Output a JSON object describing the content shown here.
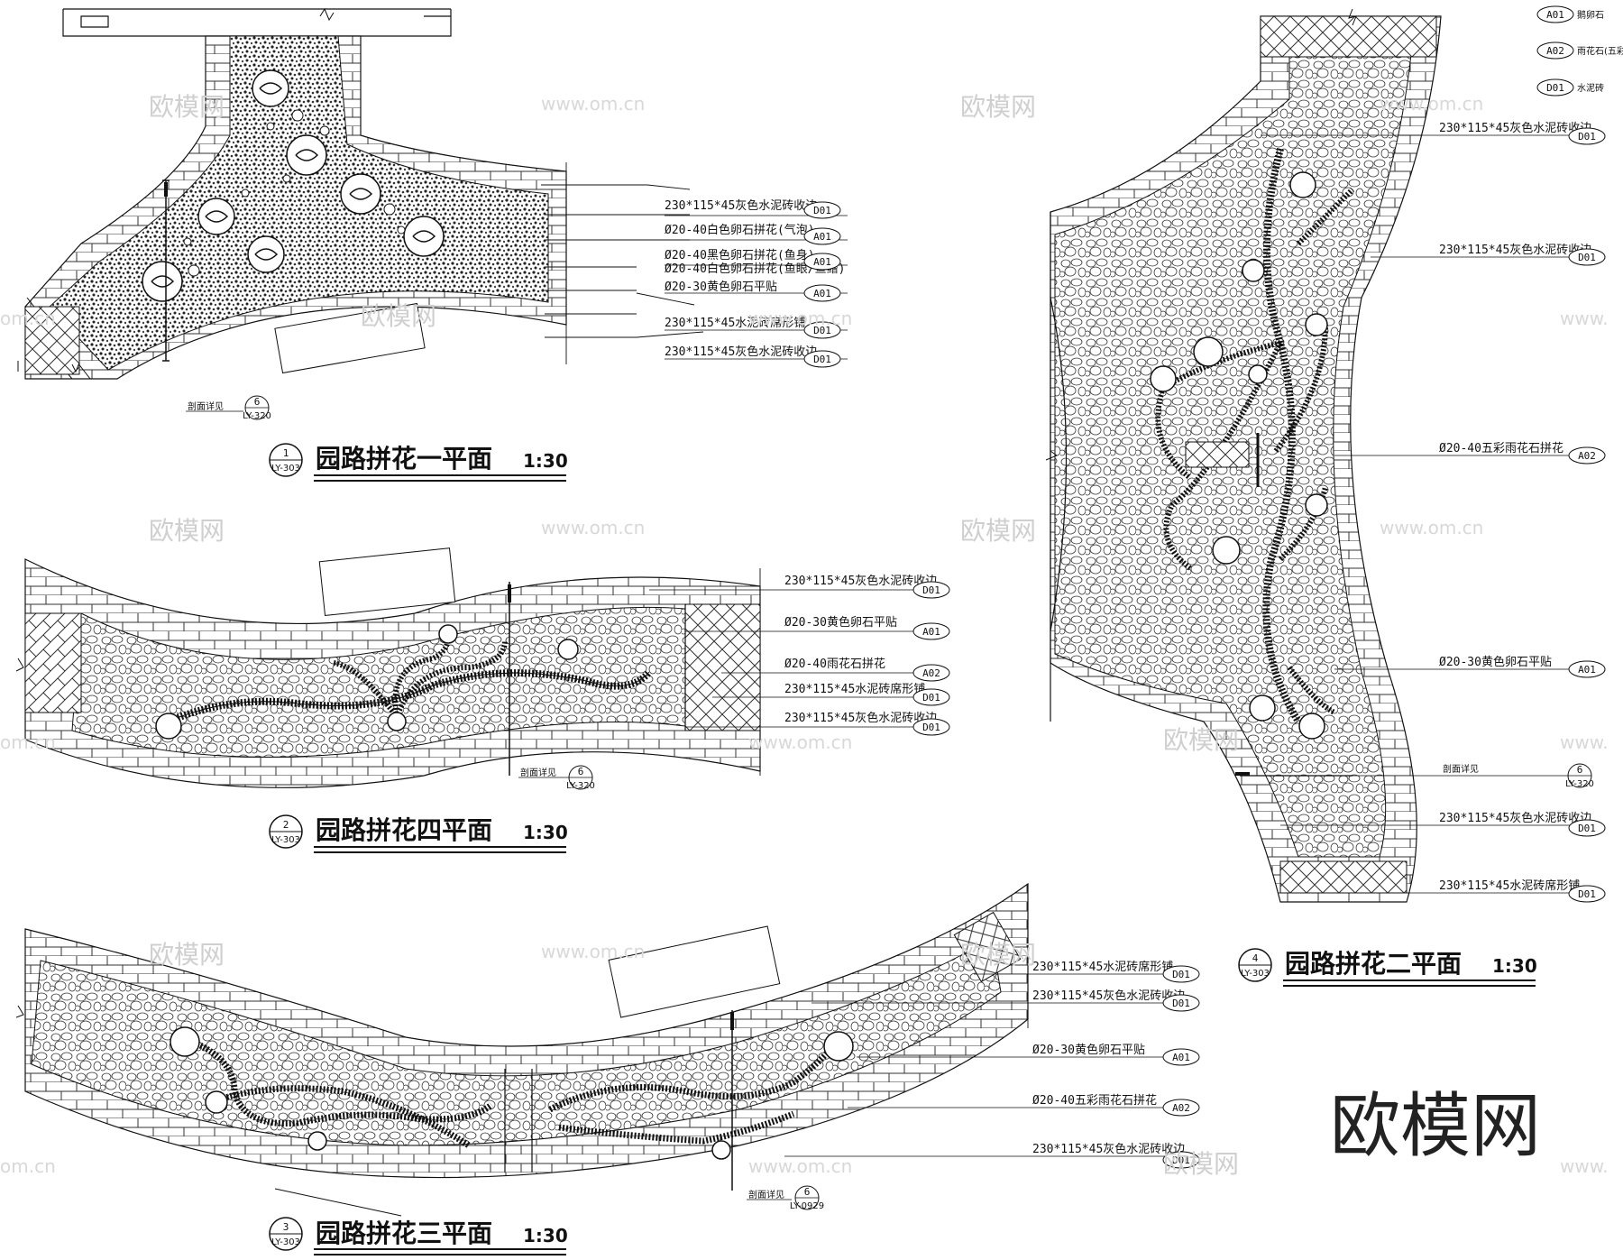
{
  "legend": [
    {
      "code": "A01",
      "text": "鹅卵石"
    },
    {
      "code": "A02",
      "text": "雨花石(五彩)"
    },
    {
      "code": "D01",
      "text": "水泥砖"
    }
  ],
  "watermarks": {
    "logo": "欧模网",
    "url": "www.om.cn",
    "url_edge": "om.cn",
    "url_edge2": "www."
  },
  "brand_mark": "欧模网",
  "plan1": {
    "title": "园路拼花一平面",
    "scale": "1:30",
    "num": "1",
    "sheet": "LY-303",
    "section_note": "剖面详见",
    "section_num": "6",
    "section_sheet": "LY-320",
    "callouts": [
      {
        "text": "230*115*45灰色水泥砖收边",
        "tag": "D01"
      },
      {
        "text": "Ø20-40白色卵石拼花(气泡)",
        "tag": "A01"
      },
      {
        "text": "Ø20-40黑色卵石拼花(鱼身)",
        "tag": "A01"
      },
      {
        "text": "Ø20-40白色卵石拼花(鱼眼/鱼鳍)",
        "tag": ""
      },
      {
        "text": "Ø20-30黄色卵石平贴",
        "tag": "A01"
      },
      {
        "text": "230*115*45水泥砖席形铺",
        "tag": "D01"
      },
      {
        "text": "230*115*45灰色水泥砖收边",
        "tag": "D01"
      }
    ]
  },
  "plan4": {
    "title": "园路拼花四平面",
    "scale": "1:30",
    "num": "2",
    "sheet": "LY-303",
    "section_note": "剖面详见",
    "section_num": "6",
    "section_sheet": "LY-320",
    "callouts": [
      {
        "text": "230*115*45灰色水泥砖收边",
        "tag": "D01"
      },
      {
        "text": "Ø20-30黄色卵石平贴",
        "tag": "A01"
      },
      {
        "text": "Ø20-40雨花石拼花",
        "tag": "A02"
      },
      {
        "text": "230*115*45水泥砖席形铺",
        "tag": "D01"
      },
      {
        "text": "230*115*45灰色水泥砖收边",
        "tag": "D01"
      }
    ]
  },
  "plan3": {
    "title": "园路拼花三平面",
    "scale": "1:30",
    "num": "3",
    "sheet": "LY-303",
    "section_note": "剖面详见",
    "section_num": "6",
    "section_sheet": "LY-0929",
    "callouts": [
      {
        "text": "230*115*45水泥砖席形铺",
        "tag": "D01"
      },
      {
        "text": "230*115*45灰色水泥砖收边",
        "tag": "D01"
      },
      {
        "text": "Ø20-30黄色卵石平贴",
        "tag": "A01"
      },
      {
        "text": "Ø20-40五彩雨花石拼花",
        "tag": "A02"
      },
      {
        "text": "230*115*45灰色水泥砖收边",
        "tag": "D01"
      }
    ]
  },
  "plan2": {
    "title": "园路拼花二平面",
    "scale": "1:30",
    "num": "4",
    "sheet": "LY-303",
    "section_note": "剖面详见",
    "section_num": "6",
    "section_sheet": "LY-320",
    "callouts": [
      {
        "text": "230*115*45灰色水泥砖收边",
        "tag": "D01"
      },
      {
        "text": "230*115*45灰色水泥砖收边",
        "tag": "D01"
      },
      {
        "text": "Ø20-40五彩雨花石拼花",
        "tag": "A02"
      },
      {
        "text": "Ø20-30黄色卵石平贴",
        "tag": "A01"
      },
      {
        "text": "230*115*45灰色水泥砖收边",
        "tag": "D01"
      },
      {
        "text": "230*115*45水泥砖席形铺",
        "tag": "D01"
      }
    ]
  }
}
